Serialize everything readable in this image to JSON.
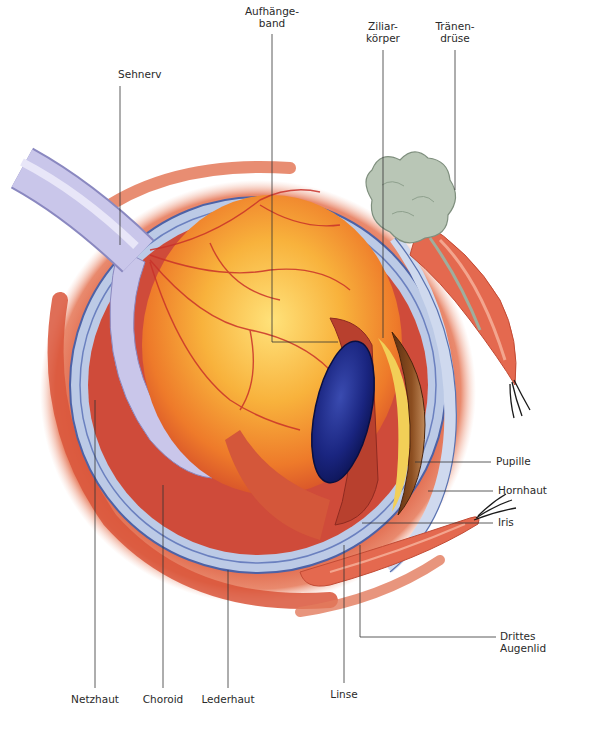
{
  "diagram": {
    "labels": [
      "Aufhänge- band",
      "Ziliar- körper",
      "Tränen- drüse",
      "Sehnerv",
      "Pupille",
      "Hornhaut",
      "Iris",
      "Drittes Augenlid",
      "Netzhaut",
      "Choroid",
      "Lederhaut",
      "Linse"
    ]
  }
}
